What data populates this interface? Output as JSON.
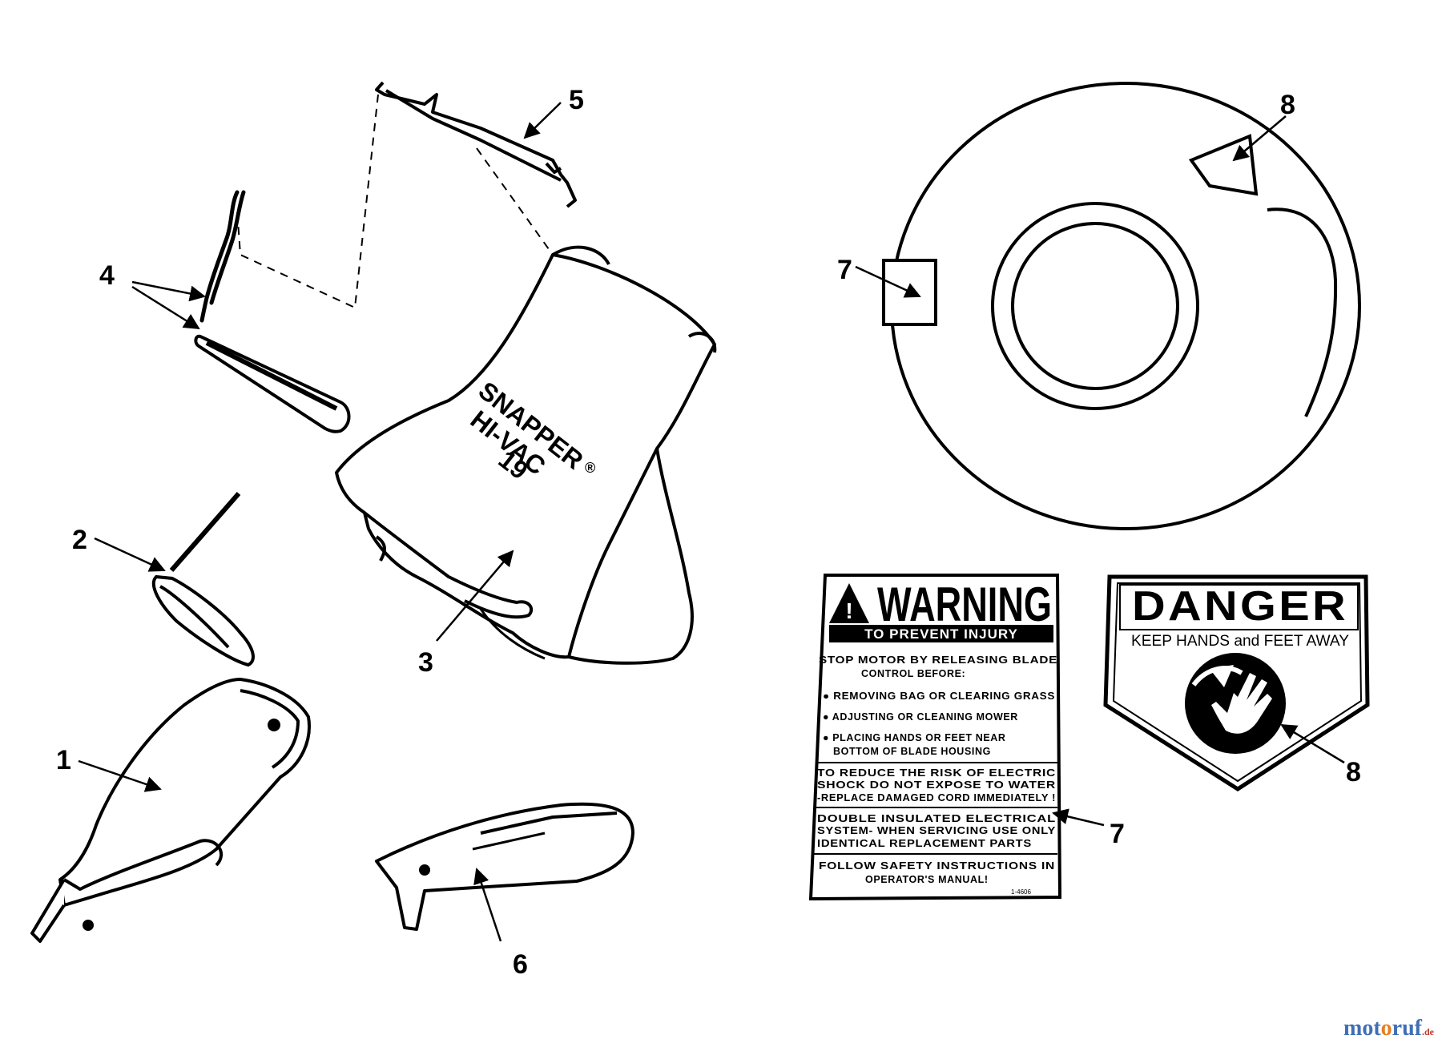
{
  "callouts": {
    "part1": "1",
    "part2": "2",
    "part3": "3",
    "part4": "4",
    "part5": "5",
    "part6": "6",
    "part7_housing": "7",
    "part7_label": "7",
    "part8_housing": "8",
    "part8_label": "8"
  },
  "bag_print": {
    "brand": "SNAPPER",
    "model": "HI-VAC",
    "number": "19",
    "registered": "®"
  },
  "warning_decal": {
    "title": "WARNING",
    "subtitle": "TO PREVENT INJURY",
    "line1": "STOP MOTOR BY RELEASING BLADE",
    "line2": "CONTROL BEFORE:",
    "bullet1": "● REMOVING BAG OR CLEARING GRASS",
    "bullet2": "● ADJUSTING OR CLEANING MOWER",
    "bullet3a": "● PLACING HANDS OR FEET NEAR",
    "bullet3b": "BOTTOM OF BLADE HOUSING",
    "shock1": "TO REDUCE THE RISK OF ELECTRIC",
    "shock2": "SHOCK DO NOT EXPOSE TO WATER",
    "shock3": "-REPLACE DAMAGED CORD IMMEDIATELY !",
    "insul1": "DOUBLE INSULATED ELECTRICAL",
    "insul2": "SYSTEM- WHEN SERVICING USE ONLY",
    "insul3": "IDENTICAL REPLACEMENT PARTS",
    "follow1": "FOLLOW SAFETY INSTRUCTIONS IN",
    "follow2": "OPERATOR'S MANUAL!",
    "code": "1-4606"
  },
  "danger_decal": {
    "title": "DANGER",
    "subtitle": "KEEP HANDS and FEET AWAY"
  },
  "watermark": {
    "name_a": "mot",
    "name_b": "o",
    "name_c": "ruf",
    "tld": ".de"
  },
  "colors": {
    "line": "#000000",
    "background": "#ffffff",
    "watermark_blue": "#3f6fb5",
    "watermark_orange": "#e67e22",
    "watermark_red": "#c0392b"
  }
}
